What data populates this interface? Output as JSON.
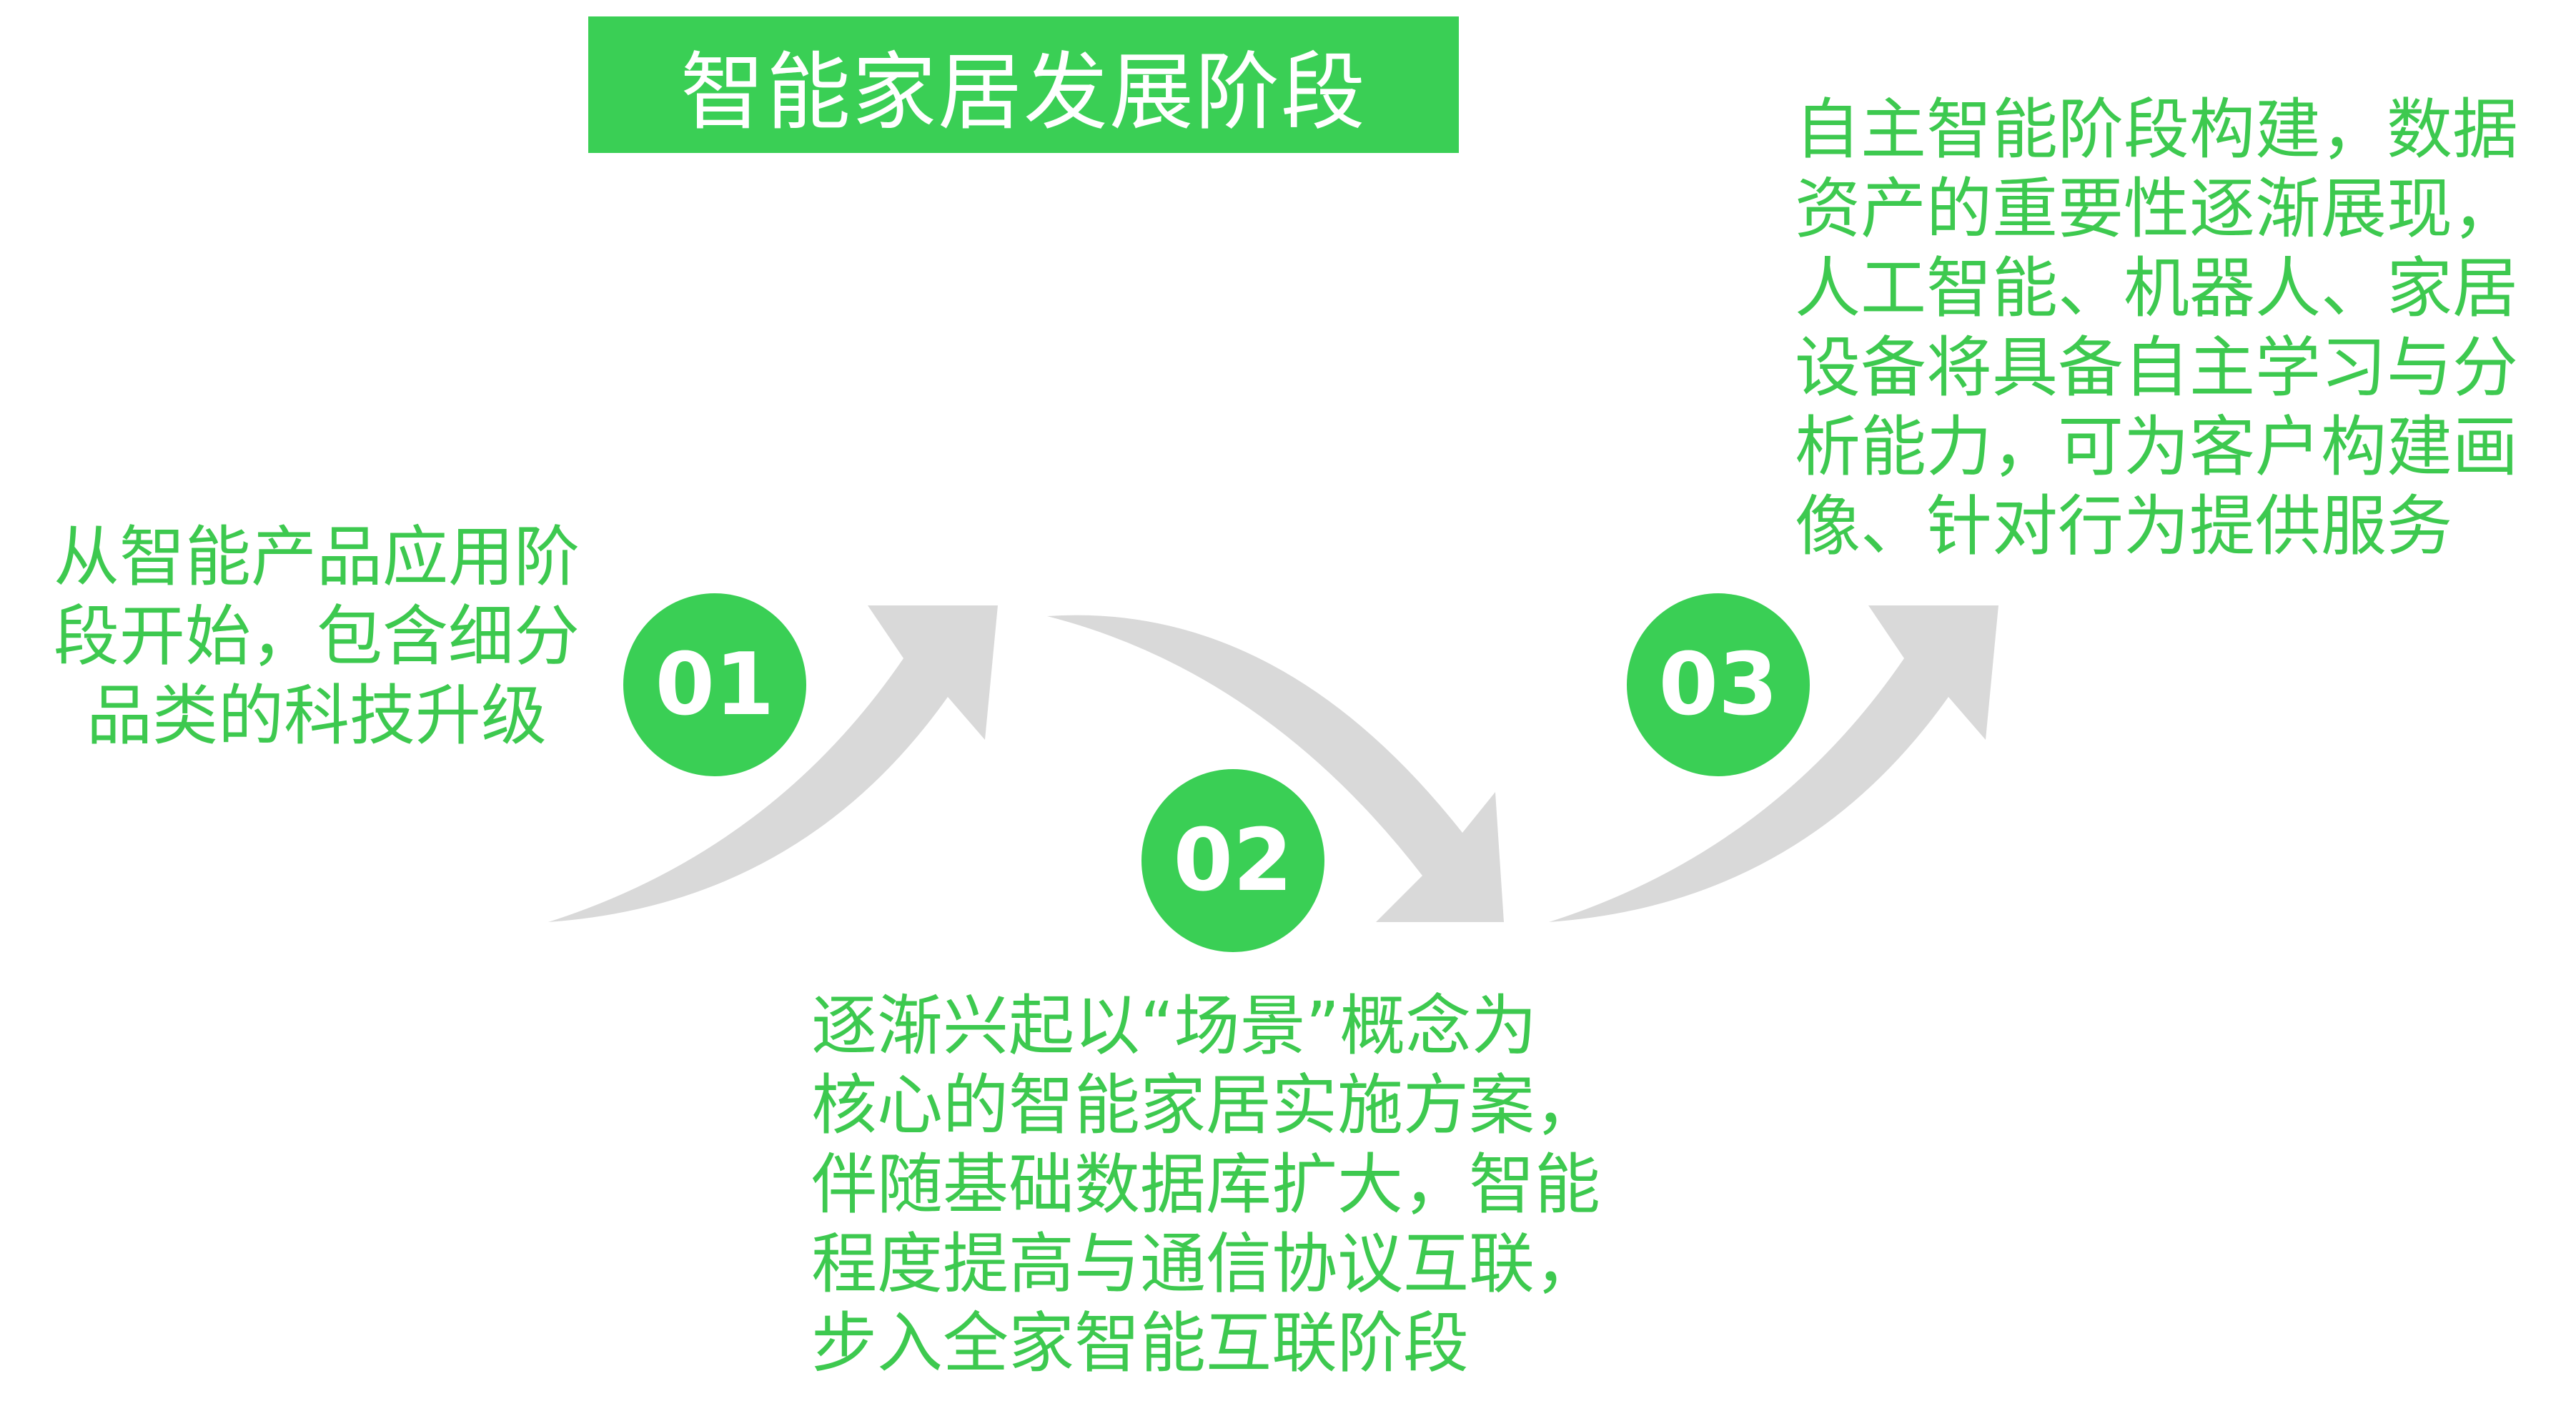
{
  "title": "智能家居发展阶段",
  "stages": [
    {
      "number": "01",
      "lines": [
        "从智能产品应用阶",
        "段开始，包含细分",
        "品类的科技升级"
      ]
    },
    {
      "number": "02",
      "lines": [
        "逐渐兴起以“场景”概念为",
        "核心的智能家居实施方案，",
        "伴随基础数据库扩大，智能",
        "程度提高与通信协议互联，",
        "步入全家智能互联阶段"
      ]
    },
    {
      "number": "03",
      "lines": [
        "自主智能阶段构建，数据",
        "资产的重要性逐渐展现，",
        "人工智能、机器人、家居",
        "设备将具备自主学习与分",
        "析能力，可为客户构建画",
        "像、针对行为提供服务"
      ]
    }
  ],
  "colors": {
    "accent": "#3ACF55",
    "text": "#3DC94F",
    "arrow": "#D9D9D9"
  }
}
